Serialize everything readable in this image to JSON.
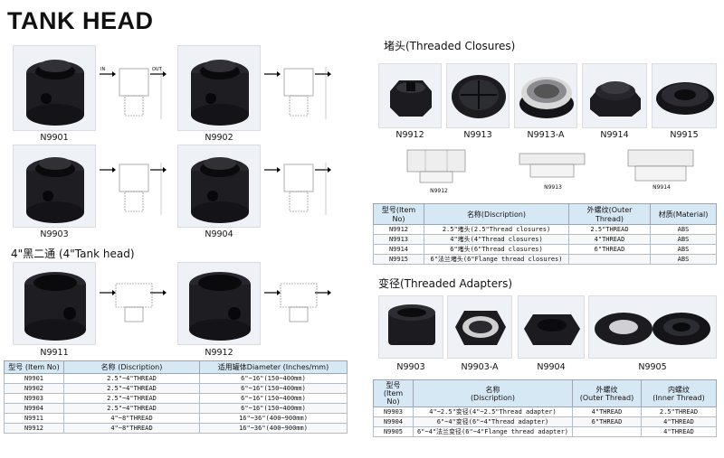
{
  "left": {
    "title": "TANK HEAD",
    "products": [
      {
        "label": "N9901"
      },
      {
        "label": "N9902"
      },
      {
        "label": "N9903"
      },
      {
        "label": "N9904"
      },
      {
        "label": "N9911"
      },
      {
        "label": "N9912"
      }
    ],
    "section2_title": "4\"黑二通   (4\"Tank head)",
    "table": {
      "headers": [
        "型号 (Item No)",
        "名称 (Discription)",
        "适用罐体Diameter (Inches/mm)"
      ],
      "rows": [
        [
          "N9901",
          "2.5\"~4\"THREAD",
          "6\"~16\"(150~400mm)"
        ],
        [
          "N9902",
          "2.5\"~4\"THREAD",
          "6\"~16\"(150~400mm)"
        ],
        [
          "N9903",
          "2.5\"~4\"THREAD",
          "6\"~16\"(150~400mm)"
        ],
        [
          "N9904",
          "2.5\"~4\"THREAD",
          "6\"~16\"(150~400mm)"
        ],
        [
          "N9911",
          "4\"~8\"THREAD",
          "16\"~36\"(400~900mm)"
        ],
        [
          "N9912",
          "4\"~8\"THREAD",
          "16\"~36\"(400~900mm)"
        ]
      ]
    },
    "drawing_labels": {
      "in": "IN",
      "out": "OUT"
    }
  },
  "closures": {
    "title": "堵头(Threaded Closures)",
    "products": [
      {
        "label": "N9912"
      },
      {
        "label": "N9913"
      },
      {
        "label": "N9913-A"
      },
      {
        "label": "N9914"
      },
      {
        "label": "N9915"
      }
    ],
    "drawing_labels": [
      {
        "label": "N9912"
      },
      {
        "label": "N9913"
      },
      {
        "label": "N9914"
      }
    ],
    "table": {
      "headers": [
        "型号(Item No)",
        "名称(Discription)",
        "外螺纹(Outer Thread)",
        "材质(Material)"
      ],
      "rows": [
        [
          "N9912",
          "2.5\"堵头(2.5\"Thread closures)",
          "2.5\"THREAD",
          "ABS"
        ],
        [
          "N9913",
          "4\"堵头(4\"Thread closures)",
          "4\"THREAD",
          "ABS"
        ],
        [
          "N9914",
          "6\"堵头(6\"Thread closures)",
          "6\"THREAD",
          "ABS"
        ],
        [
          "N9915",
          "6\"法兰堵头(6\"Flange thread closures)",
          "",
          "ABS"
        ]
      ]
    }
  },
  "adapters": {
    "title": "变径(Threaded Adapters)",
    "products": [
      {
        "label": "N9903"
      },
      {
        "label": "N9903-A"
      },
      {
        "label": "N9904"
      },
      {
        "label": "N9905"
      }
    ],
    "table": {
      "headers": [
        "型号\n(Item No)",
        "名称\n(Discription)",
        "外螺纹\n(Outer Thread)",
        "内螺纹\n(Inner Thread)"
      ],
      "rows": [
        [
          "N9903",
          "4\"~2.5\"变径(4\"~2.5\"Thread adapter)",
          "4\"THREAD",
          "2.5\"THREAD"
        ],
        [
          "N9904",
          "6\"~4\"变径(6\"~4\"Thread adapter)",
          "6\"THREAD",
          "4\"THREAD"
        ],
        [
          "N9905",
          "6\"~4\"法兰变径(6\"~4\"Flange thread adapter)",
          "",
          "4\"THREAD"
        ]
      ]
    }
  },
  "colors": {
    "header_bg": "#d7e8f5",
    "part": "#1a1a1f",
    "photo_bg": "#eef1f5"
  }
}
